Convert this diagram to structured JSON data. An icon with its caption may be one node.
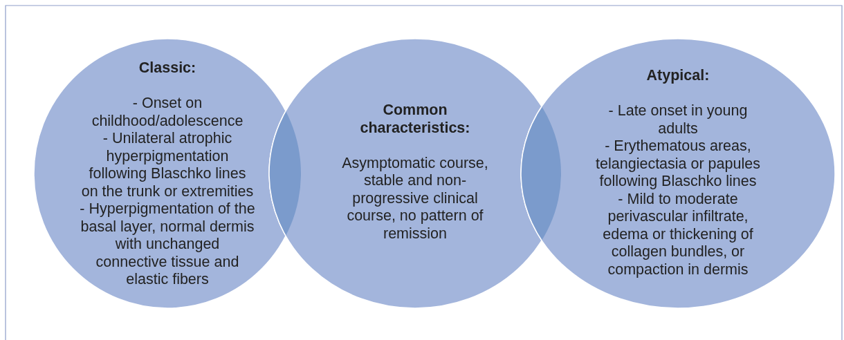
{
  "diagram": {
    "nodes": [
      {
        "text": [
          "Classic:",
          "- Onset on childhood/adolescence",
          "- Unilateral atrophic hyperpigmentation following Blaschko lines on the trunk or extremities",
          "- Hyperpigmentation of the basal layer, normal dermis with unchanged connective tissue and elastic fibers"
        ]
      },
      {
        "text": [
          "Common characteristics:",
          "Asymptomatic course, stable and non-progressive clinical course, no pattern of remission"
        ]
      },
      {
        "text": [
          "Atypical:",
          "- Late onset in young adults",
          "- Erythematous areas, telangiectasia or papules following Blaschko lines",
          "- Mild to moderate perivascular infiltrate, edema or thickening of collagen bundles, or compaction in dermis"
        ]
      },
      {
        "text": [],
        "shape": "lens"
      },
      {
        "text": [],
        "shape": "lens"
      }
    ]
  }
}
